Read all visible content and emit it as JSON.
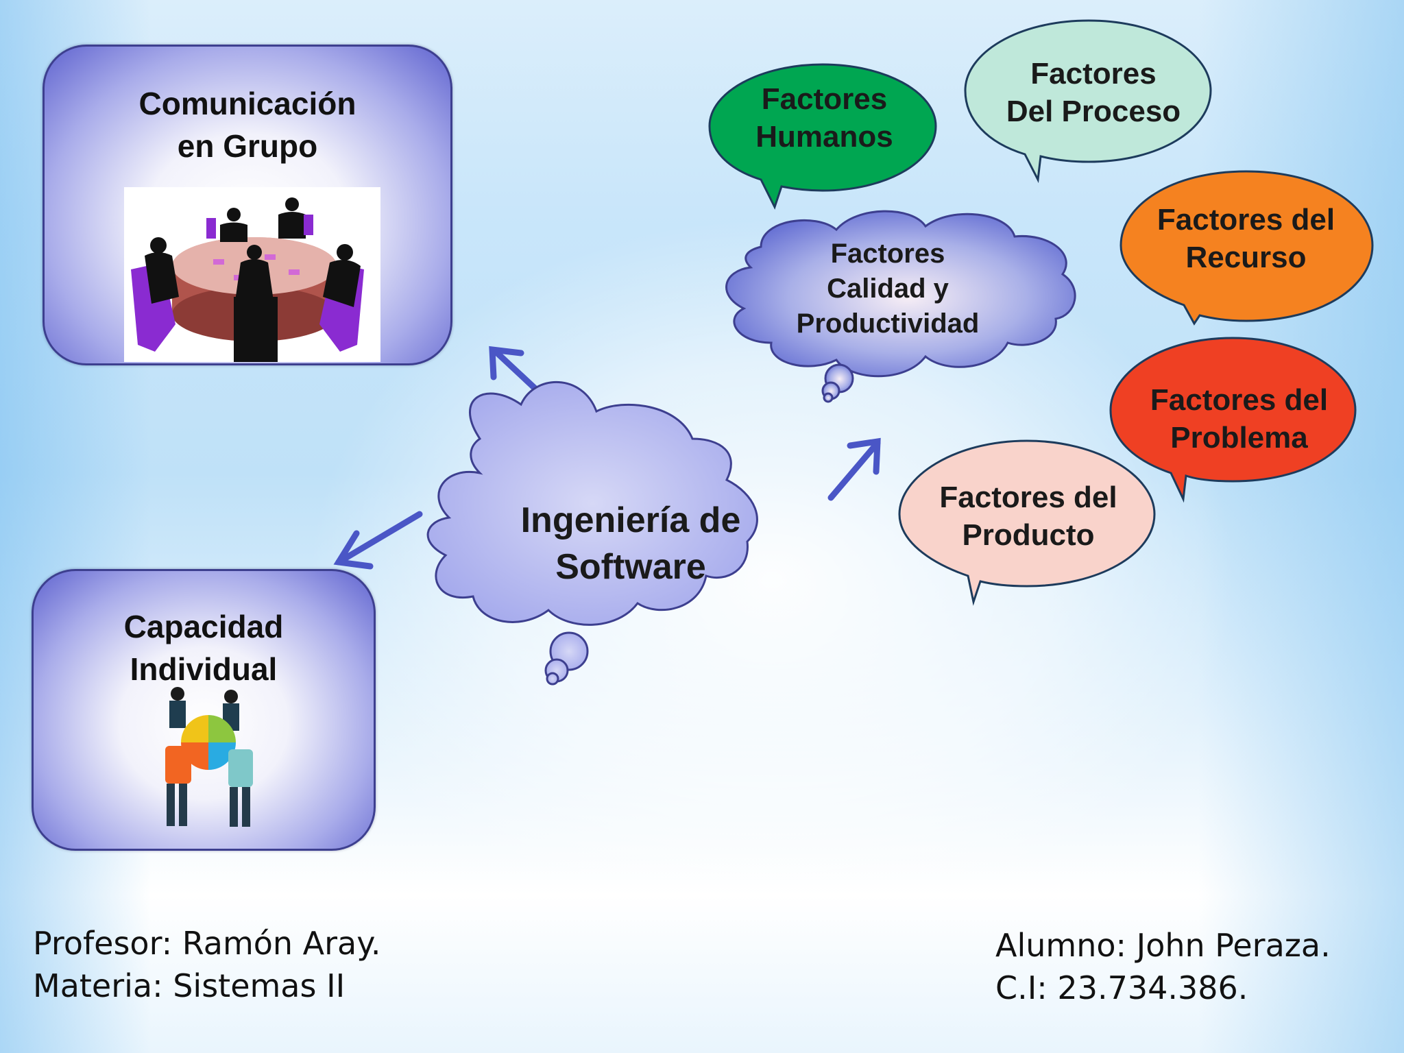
{
  "boxes": {
    "group": {
      "title_line1": "Comunicación",
      "title_line2": "en Grupo"
    },
    "individual": {
      "title_line1": "Capacidad",
      "title_line2": "Individual"
    }
  },
  "center": {
    "line1": "Ingeniería de",
    "line2": "Software"
  },
  "quality": {
    "line1": "Factores",
    "line2": "Calidad y",
    "line3": "Productividad"
  },
  "bubbles": {
    "humanos": {
      "line1": "Factores",
      "line2": "Humanos",
      "color": "#00a651"
    },
    "proceso": {
      "line1": "Factores",
      "line2": "Del Proceso",
      "color": "#bfe8da"
    },
    "recurso": {
      "line1": "Factores del",
      "line2": "Recurso",
      "color": "#f58220"
    },
    "problema": {
      "line1": "Factores del",
      "line2": "Problema",
      "color": "#ef4023"
    },
    "producto": {
      "line1": "Factores del",
      "line2": "Producto",
      "color": "#f9d3cb"
    }
  },
  "footer": {
    "profesor": "Profesor: Ramón Aray.",
    "materia": "Materia: Sistemas II",
    "alumno": "Alumno: John Peraza.",
    "ci": "C.I: 23.734.386."
  }
}
